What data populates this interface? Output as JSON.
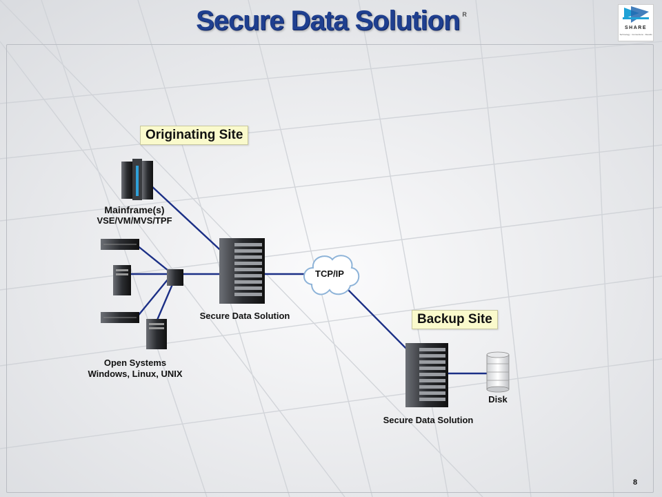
{
  "slide": {
    "title": "Secure Data Solution",
    "registered_mark": "R",
    "page_number": "8"
  },
  "logo": {
    "word": "SHARE",
    "tagline": "Technology · Connections · Results"
  },
  "sites": {
    "originating": "Originating Site",
    "backup": "Backup  Site"
  },
  "nodes": {
    "mainframe_title": "Mainframe(s)",
    "mainframe_os": "VSE/VM/MVS/TPF",
    "secure_solution_origin": "Secure Data Solution",
    "network": "TCP/IP",
    "open_systems_title": "Open Systems",
    "open_systems_os": "Windows, Linux, UNIX",
    "secure_solution_backup": "Secure Data Solution",
    "disk": "Disk"
  },
  "colors": {
    "link": "#1b2f86",
    "title": "#1f3f8f",
    "site_box": "#fafacc"
  }
}
